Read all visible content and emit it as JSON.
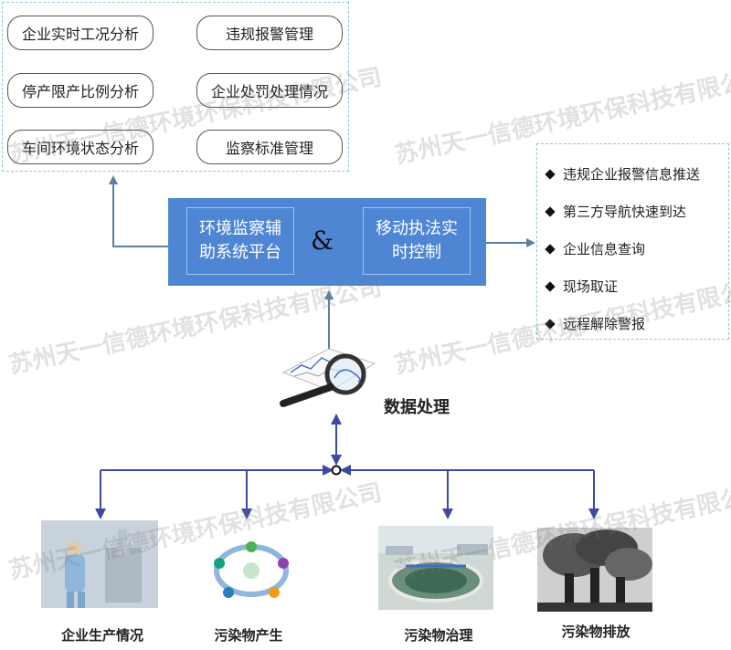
{
  "top_left_items": [
    "企业实时工况分析",
    "违规报警管理",
    "停产限产比例分析",
    "企业处罚处理情况",
    "车间环境状态分析",
    "监察标准管理"
  ],
  "center": {
    "left_label": "环境监察辅助系统平台",
    "ampersand": "&",
    "right_label": "移动执法实时控制"
  },
  "right_list": [
    "违规企业报警信息推送",
    "第三方导航快速到达",
    "企业信息查询",
    "现场取证",
    "远程解除警报"
  ],
  "data_processing_label": "数据处理",
  "bottom_items": [
    "企业生产情况",
    "污染物产生",
    "污染物治理",
    "污染物排放"
  ],
  "watermark": "苏州天一信德环境环保科技有限公司",
  "colors": {
    "panel": "#4f86d4",
    "arrow": "#5a7fa5",
    "bottom_arrow": "#3d4aa0",
    "dashed_border": "#8fc6d6"
  }
}
